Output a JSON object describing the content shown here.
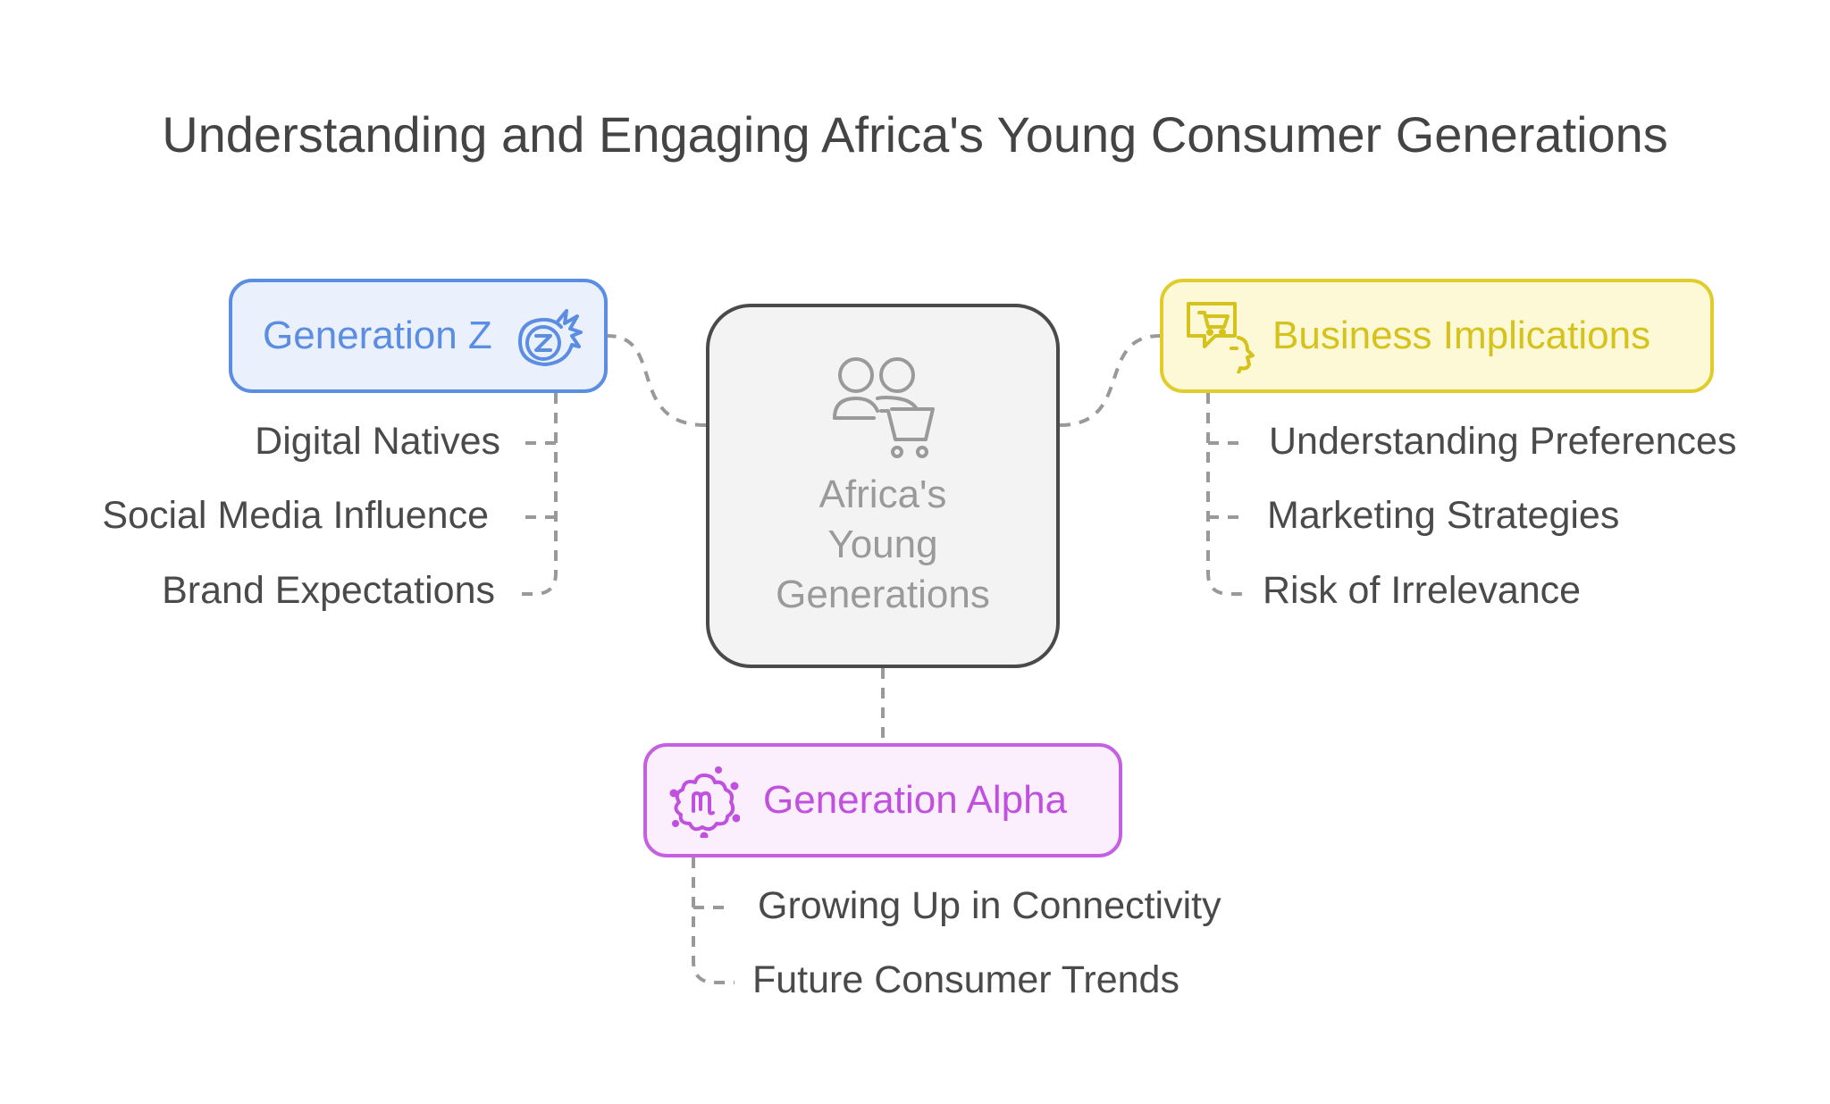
{
  "title": "Understanding and Engaging Africa's Young Consumer Generations",
  "center": {
    "label_lines": [
      "Africa's",
      "Young",
      "Generations"
    ],
    "icon": "people-shopping-cart-icon"
  },
  "nodes": {
    "genz": {
      "label": "Generation Z",
      "icon": "z-badge-icon",
      "color": "#5b8de3",
      "items": [
        "Digital Natives",
        "Social Media Influence",
        "Brand Expectations"
      ]
    },
    "business": {
      "label": "Business Implications",
      "icon": "cart-speech-icon",
      "color": "#e0cd2c",
      "items": [
        "Understanding Preferences",
        "Marketing Strategies",
        "Risk of Irrelevance"
      ]
    },
    "alpha": {
      "label": "Generation Alpha",
      "icon": "alpha-badge-icon",
      "color": "#c561e0",
      "items": [
        "Growing Up in Connectivity",
        "Future Consumer Trends"
      ]
    }
  },
  "colors": {
    "connector": "#999999",
    "center_border": "#4a4a4a",
    "text": "#4a4a4a"
  }
}
